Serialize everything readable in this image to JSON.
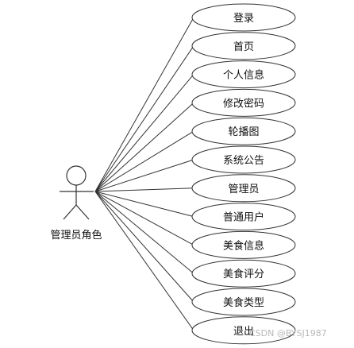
{
  "actor": {
    "label": "管理员角色"
  },
  "use_cases": [
    {
      "label": "登录"
    },
    {
      "label": "首页"
    },
    {
      "label": "个人信息"
    },
    {
      "label": "修改密码"
    },
    {
      "label": "轮播图"
    },
    {
      "label": "系统公告"
    },
    {
      "label": "管理员"
    },
    {
      "label": "普通用户"
    },
    {
      "label": "美食信息"
    },
    {
      "label": "美食评分"
    },
    {
      "label": "美食类型"
    },
    {
      "label": "退出"
    }
  ],
  "watermark": "CSDN @BYSJ1987"
}
